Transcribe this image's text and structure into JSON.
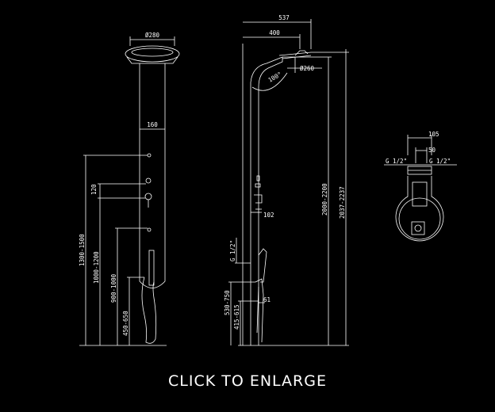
{
  "colors": {
    "background": "#000000",
    "line": "#ffffff"
  },
  "front_view": {
    "dim_head": "Ø280",
    "dim_column": "160",
    "dim_spacing": "120",
    "dim_1": "1300-1500",
    "dim_2": "1000-1200",
    "dim_3": "900-1000",
    "dim_4": "450-650"
  },
  "side_view": {
    "dim_total_width": "537",
    "dim_arm": "400",
    "dim_head": "Ø260",
    "dim_angle": "100°",
    "dim_depth": "102",
    "dim_height": "2000-2200",
    "dim_total_height": "2037-2237",
    "dim_thread": "G 1/2\"",
    "dim_low_1": "530-750",
    "dim_low_2": "415-615",
    "dim_hand": "61"
  },
  "detail_view": {
    "dim_top": "105",
    "dim_mid": "50",
    "thread_left": "G 1/2\"",
    "thread_right": "G 1/2\""
  },
  "cta_label": "CLICK TO ENLARGE"
}
